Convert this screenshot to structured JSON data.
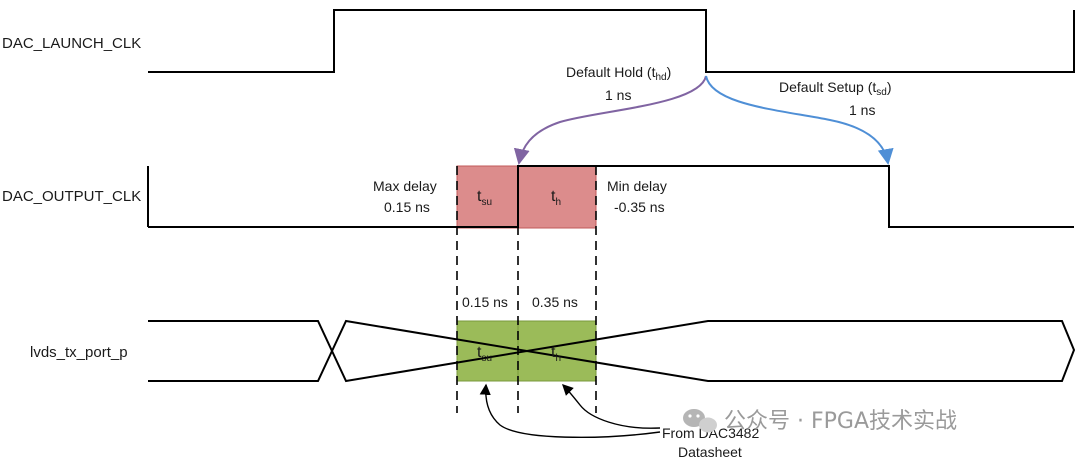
{
  "signals": {
    "launch_clk": "DAC_LAUNCH_CLK",
    "output_clk": "DAC_OUTPUT_CLK",
    "lvds": "lvds_tx_port_p"
  },
  "hold": {
    "label": "Default Hold (t",
    "sub": "hd",
    "close": ")",
    "value": "1 ns"
  },
  "setup": {
    "label": "Default Setup (t",
    "sub": "sd",
    "close": ")",
    "value": "1 ns"
  },
  "max_delay": {
    "line1": "Max delay",
    "line2": "0.15 ns"
  },
  "min_delay": {
    "line1": "Min delay",
    "line2": "-0.35 ns"
  },
  "boxes": {
    "tsu": {
      "main": "t",
      "sub": "su"
    },
    "th": {
      "main": "t",
      "sub": "h"
    }
  },
  "windows": {
    "tsu_value": "0.15 ns",
    "th_value": "0.35 ns"
  },
  "source": {
    "line1": "From DAC3482",
    "line2": "Datasheet"
  },
  "watermark": "公众号 · FPGA技术实战",
  "colors": {
    "red_fill": "#dc8c8c",
    "red_stroke": "#c05a5a",
    "green_fill": "#9bbb59",
    "green_stroke": "#7a9a3c",
    "hold_arrow": "#8064a2",
    "setup_arrow": "#4f8fd6"
  }
}
